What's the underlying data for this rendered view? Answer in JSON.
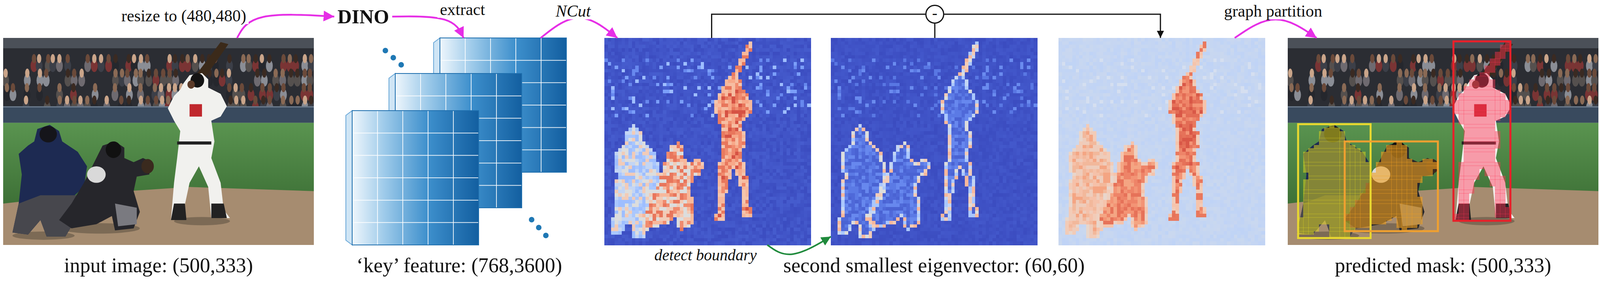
{
  "diagram": {
    "nodes": [
      {
        "text": [
          "input image: (500,333)"
        ]
      },
      {
        "text": [
          "DINO"
        ]
      },
      {
        "text": [
          "‘key’ feature: (768,3600)"
        ]
      },
      {
        "text": []
      },
      {
        "text": [
          "second smallest eigenvector: (60,60)"
        ]
      },
      {
        "text": [
          "-"
        ]
      },
      {
        "text": []
      },
      {
        "text": [
          "predicted mask: (500,333)"
        ]
      }
    ],
    "edges": [
      {
        "from": 0,
        "to": 1,
        "arrow": "to",
        "label": "resize to (480,480)"
      },
      {
        "from": 1,
        "to": 2,
        "arrow": "to",
        "label": "extract"
      },
      {
        "from": 2,
        "to": 3,
        "arrow": "to",
        "label": "NCut"
      },
      {
        "from": 3,
        "to": 4,
        "arrow": "to",
        "label": "detect boundary"
      },
      {
        "from": 3,
        "to": 5,
        "arrow": "none"
      },
      {
        "from": 4,
        "to": 5,
        "arrow": "none"
      },
      {
        "from": 5,
        "to": 6,
        "arrow": "to"
      },
      {
        "from": 6,
        "to": 7,
        "arrow": "to",
        "label": "graph partition"
      }
    ]
  }
}
